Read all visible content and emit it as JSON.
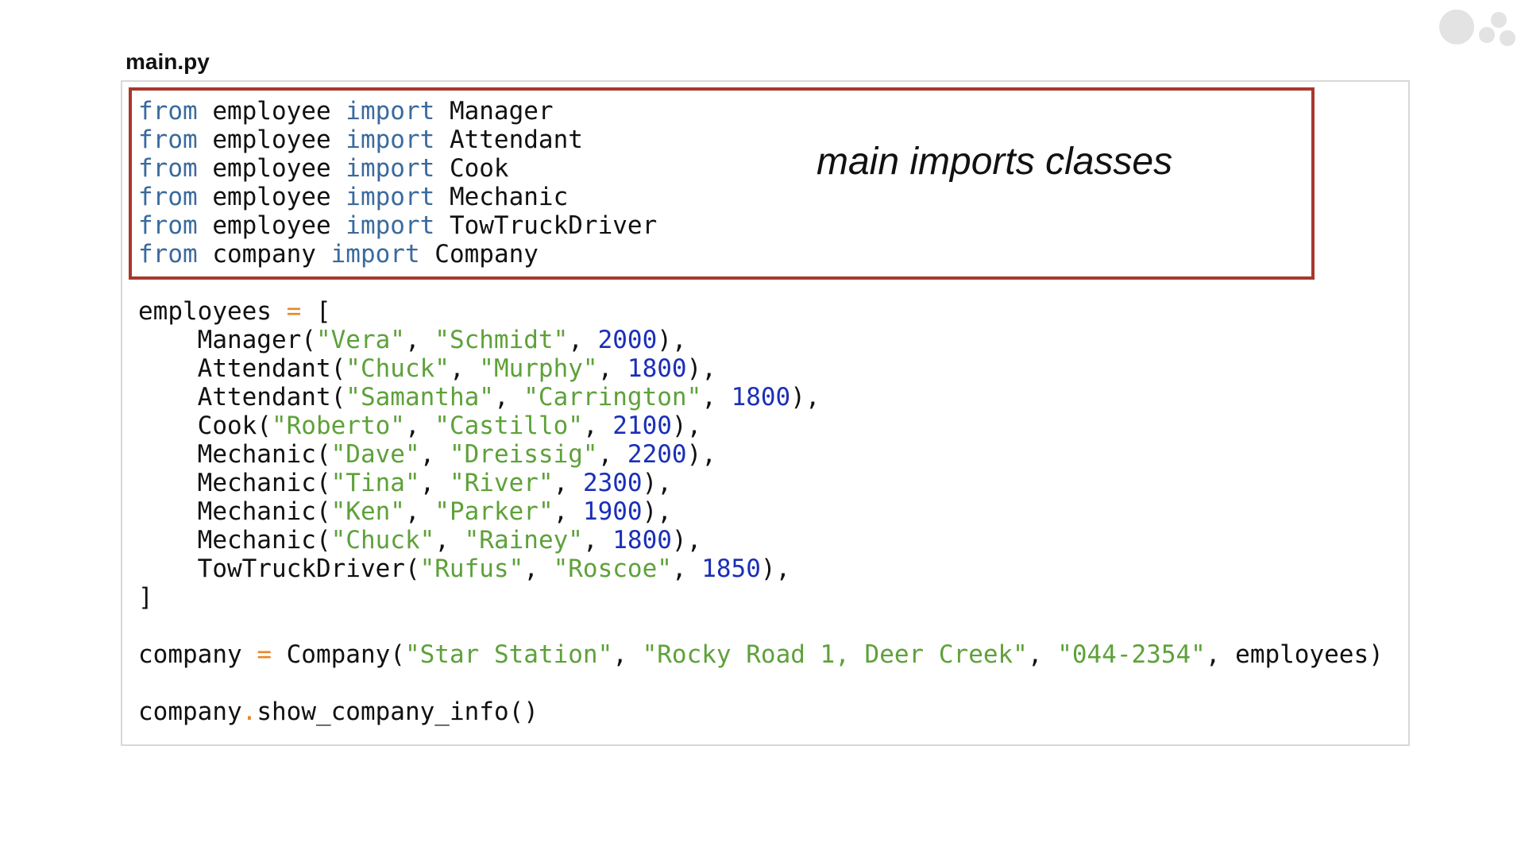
{
  "file_title": "main.py",
  "annotation": "main imports classes",
  "colors": {
    "keyword": "#3a6a9e",
    "operator": "#e8882a",
    "string": "#5ea13a",
    "number": "#1a2fb8",
    "highlight_border": "#a8382c"
  },
  "code": {
    "imports": [
      {
        "from": "from",
        "module": " employee ",
        "import": "import",
        "name": " Manager"
      },
      {
        "from": "from",
        "module": " employee ",
        "import": "import",
        "name": " Attendant"
      },
      {
        "from": "from",
        "module": " employee ",
        "import": "import",
        "name": " Cook"
      },
      {
        "from": "from",
        "module": " employee ",
        "import": "import",
        "name": " Mechanic"
      },
      {
        "from": "from",
        "module": " employee ",
        "import": "import",
        "name": " TowTruckDriver"
      },
      {
        "from": "from",
        "module": " company ",
        "import": "import",
        "name": " Company"
      }
    ],
    "employees_open": {
      "var": "employees ",
      "op": "=",
      "rest": " ["
    },
    "employees": [
      {
        "cls": "    Manager(",
        "first": "\"Vera\"",
        "sep1": ", ",
        "last": "\"Schmidt\"",
        "sep2": ", ",
        "salary": "2000",
        "end": "),"
      },
      {
        "cls": "    Attendant(",
        "first": "\"Chuck\"",
        "sep1": ", ",
        "last": "\"Murphy\"",
        "sep2": ", ",
        "salary": "1800",
        "end": "),"
      },
      {
        "cls": "    Attendant(",
        "first": "\"Samantha\"",
        "sep1": ", ",
        "last": "\"Carrington\"",
        "sep2": ", ",
        "salary": "1800",
        "end": "),"
      },
      {
        "cls": "    Cook(",
        "first": "\"Roberto\"",
        "sep1": ", ",
        "last": "\"Castillo\"",
        "sep2": ", ",
        "salary": "2100",
        "end": "),"
      },
      {
        "cls": "    Mechanic(",
        "first": "\"Dave\"",
        "sep1": ", ",
        "last": "\"Dreissig\"",
        "sep2": ", ",
        "salary": "2200",
        "end": "),"
      },
      {
        "cls": "    Mechanic(",
        "first": "\"Tina\"",
        "sep1": ", ",
        "last": "\"River\"",
        "sep2": ", ",
        "salary": "2300",
        "end": "),"
      },
      {
        "cls": "    Mechanic(",
        "first": "\"Ken\"",
        "sep1": ", ",
        "last": "\"Parker\"",
        "sep2": ", ",
        "salary": "1900",
        "end": "),"
      },
      {
        "cls": "    Mechanic(",
        "first": "\"Chuck\"",
        "sep1": ", ",
        "last": "\"Rainey\"",
        "sep2": ", ",
        "salary": "1800",
        "end": "),"
      },
      {
        "cls": "    TowTruckDriver(",
        "first": "\"Rufus\"",
        "sep1": ", ",
        "last": "\"Roscoe\"",
        "sep2": ", ",
        "salary": "1850",
        "end": "),"
      }
    ],
    "employees_close": "]",
    "company_line": {
      "var": "company ",
      "op": "=",
      "call": " Company(",
      "name": "\"Star Station\"",
      "sep1": ", ",
      "address": "\"Rocky Road 1, Deer Creek\"",
      "sep2": ", ",
      "phone": "\"044-2354\"",
      "rest": ", employees)"
    },
    "show_line": {
      "obj": "company",
      "dot": ".",
      "method": "show_company_info()"
    }
  }
}
